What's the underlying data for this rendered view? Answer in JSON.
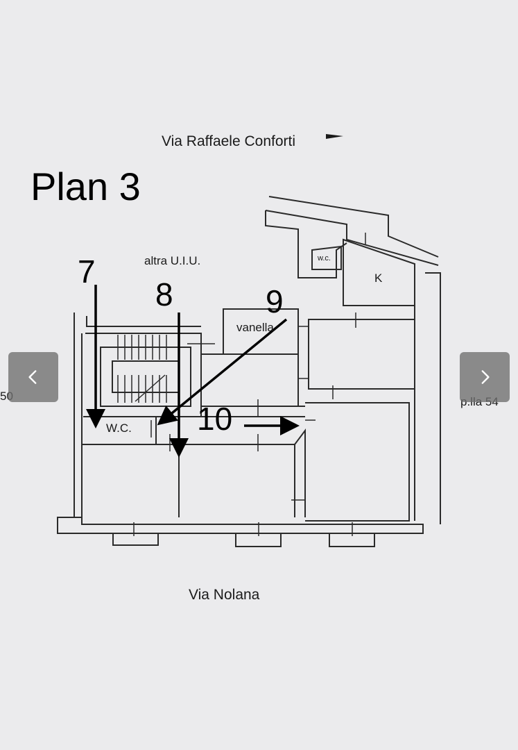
{
  "plan": {
    "title": "Plan 3",
    "street_top": "Via Raffaele Conforti",
    "street_bottom": "Via Nolana",
    "other_unit": "altra U.I.U.",
    "parcel_right": "p.lla 54",
    "parcel_left": "50",
    "rooms": {
      "wc_small": "w.c.",
      "kitchen": "K",
      "vanella": "vanella",
      "wc_main": "W.C."
    },
    "markers": [
      "7",
      "8",
      "9",
      "10"
    ]
  },
  "nav": {
    "prev_icon": "chevron-left-icon",
    "next_icon": "chevron-right-icon"
  }
}
